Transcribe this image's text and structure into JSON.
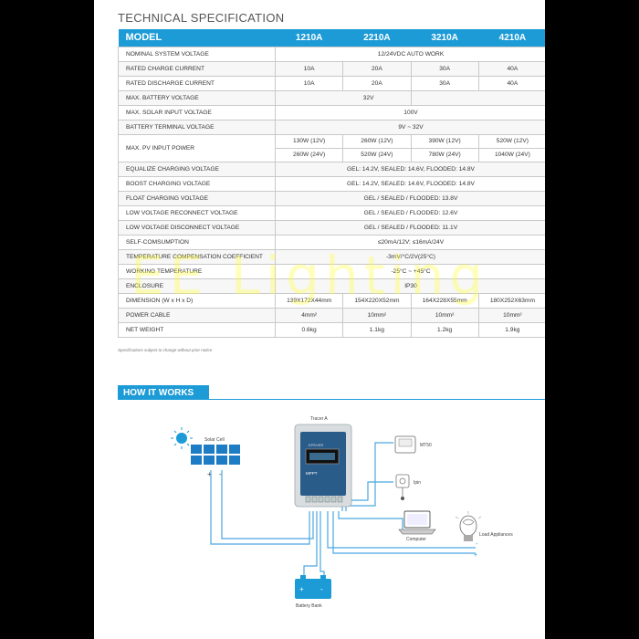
{
  "section_title": "TECHNICAL SPECIFICATION",
  "table": {
    "header": [
      "MODEL",
      "1210A",
      "2210A",
      "3210A",
      "4210A"
    ],
    "rows": {
      "nominal": {
        "label": "NOMINAL SYSTEM VOLTAGE",
        "value": "12/24VDC AUTO WORK"
      },
      "charge": {
        "label": "RATED CHARGE CURRENT",
        "values": [
          "10A",
          "20A",
          "30A",
          "40A"
        ]
      },
      "discharge": {
        "label": "RATED DISCHARGE CURRENT",
        "values": [
          "10A",
          "20A",
          "30A",
          "40A"
        ]
      },
      "maxbatt": {
        "label": "MAX. BATTERY VOLTAGE",
        "value": "32V"
      },
      "maxsolar": {
        "label": "MAX. SOLAR INPUT VOLTAGE",
        "value": "100V"
      },
      "battterm": {
        "label": "BATTERY TERMINAL VOLTAGE",
        "value": "9V ~ 32V"
      },
      "pvpower": {
        "label": "MAX. PV INPUT POWER",
        "v12": [
          "130W (12V)",
          "260W (12V)",
          "390W (12V)",
          "520W (12V)"
        ],
        "v24": [
          "260W (24V)",
          "520W (24V)",
          "780W (24V)",
          "1040W (24V)"
        ]
      },
      "equalize": {
        "label": "EQUALIZE CHARGING VOLTAGE",
        "value": "GEL: 14.2V, SEALED: 14.6V, FLOODED: 14.8V"
      },
      "boost": {
        "label": "BOOST CHARGING VOLTAGE",
        "value": "GEL: 14.2V, SEALED: 14.6V, FLOODED: 14.8V"
      },
      "float": {
        "label": "FLOAT CHARGING VOLTAGE",
        "value": "GEL / SEALED / FLOODED: 13.8V"
      },
      "lvr": {
        "label": "LOW VOLTAGE RECONNECT VOLTAGE",
        "value": "GEL / SEALED / FLOODED: 12.6V"
      },
      "lvd": {
        "label": "LOW VOLTAGE DISCONNECT VOLTAGE",
        "value": "GEL / SEALED / FLOODED: 11.1V"
      },
      "selfcons": {
        "label": "SELF-COMSUMPTION",
        "value": "≤20mA/12V; ≤16mA/24V"
      },
      "tempcoef": {
        "label": "TEMPERATURE COMPENSATION COEFFICIENT",
        "value": "-3mV/°C/2V(25°C)"
      },
      "worktemp": {
        "label": "WORKING TEMPERATURE",
        "value": "-25°C ~ +45°C"
      },
      "enclosure": {
        "label": "ENCLOSURE",
        "value": "IP30"
      },
      "dimension": {
        "label": "DIMENSION (W x H x D)",
        "values": [
          "139X172X44mm",
          "154X220X52mm",
          "164X228X55mm",
          "180X252X63mm"
        ]
      },
      "cable": {
        "label": "POWER CABLE",
        "values": [
          "4mm²",
          "10mm²",
          "10mm²",
          "10mm²"
        ]
      },
      "weight": {
        "label": "NET WEIGHT",
        "values": [
          "0.6kg",
          "1.1kg",
          "1.2kg",
          "1.9kg"
        ]
      }
    }
  },
  "watermark": "EE Lighting",
  "note": "Specifications subject to change without prior notice",
  "how_it_works": {
    "title": "HOW IT WORKS",
    "labels": {
      "solar": "Solar Cell",
      "tracer": "Tracer A",
      "mt50": "MT50",
      "sensor": "Ipin",
      "computer": "Computer",
      "load": "Load\nAppliances",
      "battery": "Battery Bank",
      "device_brand": "EPEVER",
      "device_model": "MPPT",
      "plus": "+",
      "minus": "-"
    }
  },
  "colors": {
    "accent": "#1d9bd6",
    "wire": "#4aa8e0"
  }
}
